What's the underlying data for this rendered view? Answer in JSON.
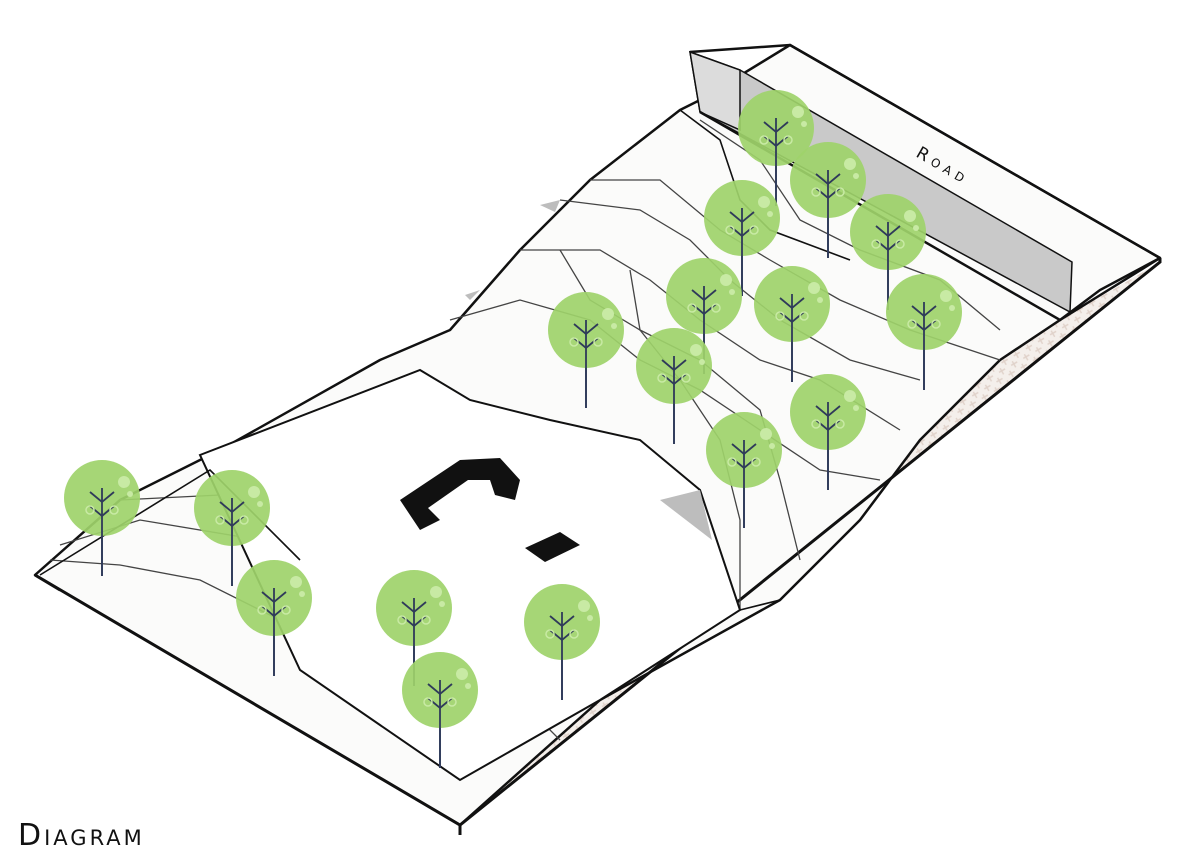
{
  "caption": "Diagram",
  "road_label": "Road",
  "colors": {
    "tree_fill": "#9ed36a",
    "tree_highlight": "#c8eaa4",
    "trunk": "#2f3a5a",
    "ground": "#f7f7f5",
    "side_texture": "#efe7e2",
    "road": "#c8c8c8",
    "outline": "#111111"
  },
  "icons": {
    "tree": "tree-icon",
    "building": "building-footprint"
  }
}
